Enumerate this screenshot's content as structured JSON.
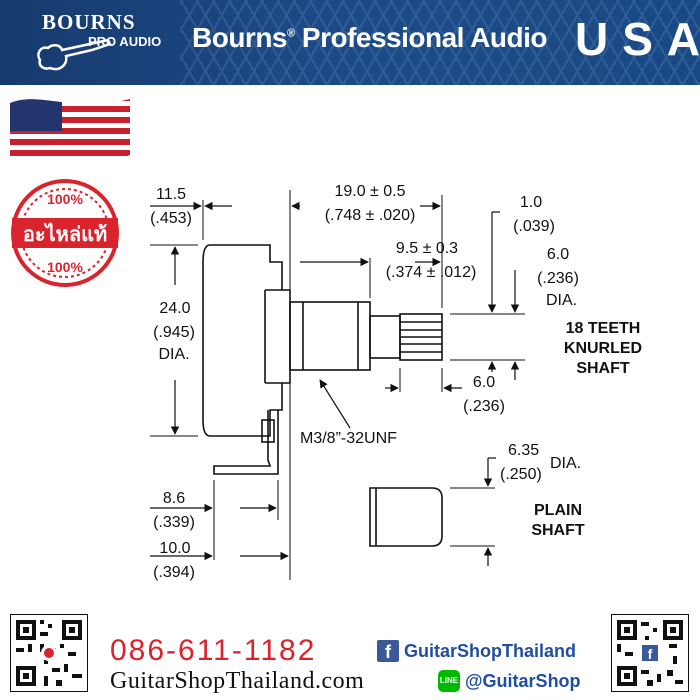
{
  "header": {
    "logo_brand": "BOURNS",
    "logo_sub": "PRO AUDIO",
    "title": "Bourns",
    "title_suffix": "Professional Audio",
    "registered_mark": "®",
    "country": "USA"
  },
  "badge": {
    "thai_text": "อะไหล่แท้",
    "percent_top": "100%",
    "percent_bottom": "100%"
  },
  "diagram": {
    "dim_body_depth": "11.5",
    "dim_body_depth_in": "(.453)",
    "dim_overall": "19.0 ± 0.5",
    "dim_overall_in": "(.748 ± .020)",
    "dim_shaft": "9.5 ± 0.3",
    "dim_shaft_in": "(.374 ± .012)",
    "dim_gap": "1.0",
    "dim_gap_in": "(.039)",
    "dim_knurl_dia": "6.0",
    "dim_knurl_dia_in": "(.236)",
    "dim_knurl_dia_unit": "DIA.",
    "dim_body_dia": "24.0",
    "dim_body_dia_in": "(.945)",
    "dim_body_dia_unit": "DIA.",
    "knurled_label_1": "18 TEETH",
    "knurled_label_2": "KNURLED",
    "knurled_label_3": "SHAFT",
    "dim_knurl_len": "6.0",
    "dim_knurl_len_in": "(.236)",
    "thread": "M3/8”-32UNF",
    "dim_plain_dia": "6.35",
    "dim_plain_dia_in": "(.250)",
    "dim_plain_dia_unit": "DIA.",
    "plain_label_1": "PLAIN",
    "plain_label_2": "SHAFT",
    "dim_lug_1": "8.6",
    "dim_lug_1_in": "(.339)",
    "dim_lug_2": "10.0",
    "dim_lug_2_in": "(.394)"
  },
  "footer": {
    "phone": "086-611-1182",
    "website": "GuitarShopThailand.com",
    "facebook": "GuitarShopThailand",
    "line": "@GuitarShop",
    "facebook_icon": "f",
    "line_icon": "LINE"
  },
  "colors": {
    "banner": "#1d4a86",
    "phone": "#d9232d",
    "social_text": "#1f4ea0",
    "badge_red": "#d9232d"
  }
}
